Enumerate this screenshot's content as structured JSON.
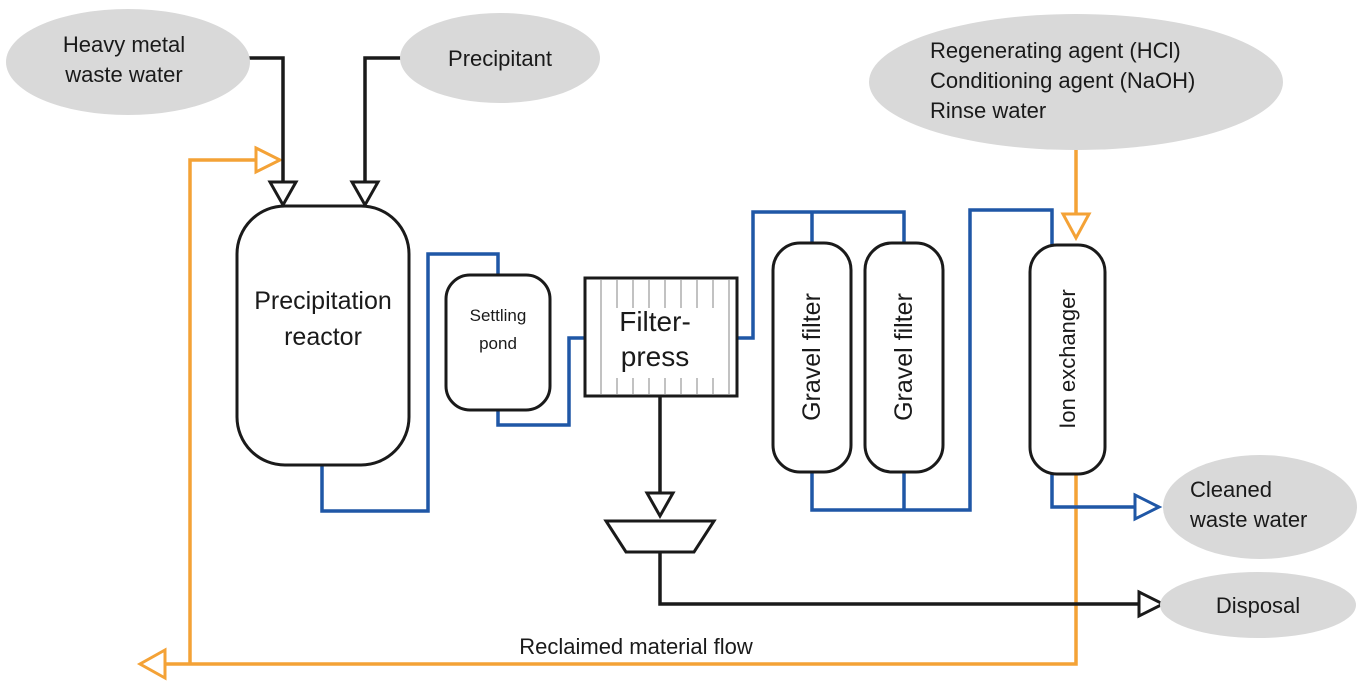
{
  "colors": {
    "water_pipe": "#1f57a6",
    "reclaimed_flow": "#f4a236",
    "solids_line": "#1a1a1a",
    "source_ellipse": "#d9d9d9"
  },
  "inputs": {
    "waste_water": [
      "Heavy metal",
      "waste water"
    ],
    "precipitant": "Precipitant",
    "regeneration": [
      "Regenerating agent (HCl)",
      "Conditioning agent (NaOH)",
      "Rinse water"
    ]
  },
  "units": {
    "reactor": [
      "Precipitation",
      "reactor"
    ],
    "settling": [
      "Settling",
      "pond"
    ],
    "filterpress": [
      "Filter-",
      "press"
    ],
    "gravel1": "Gravel filter",
    "gravel2": "Gravel filter",
    "ion": "Ion exchanger"
  },
  "outputs": {
    "cleaned": [
      "Cleaned",
      "waste water"
    ],
    "disposal": "Disposal"
  },
  "flows": {
    "reclaimed": "Reclaimed material flow"
  }
}
